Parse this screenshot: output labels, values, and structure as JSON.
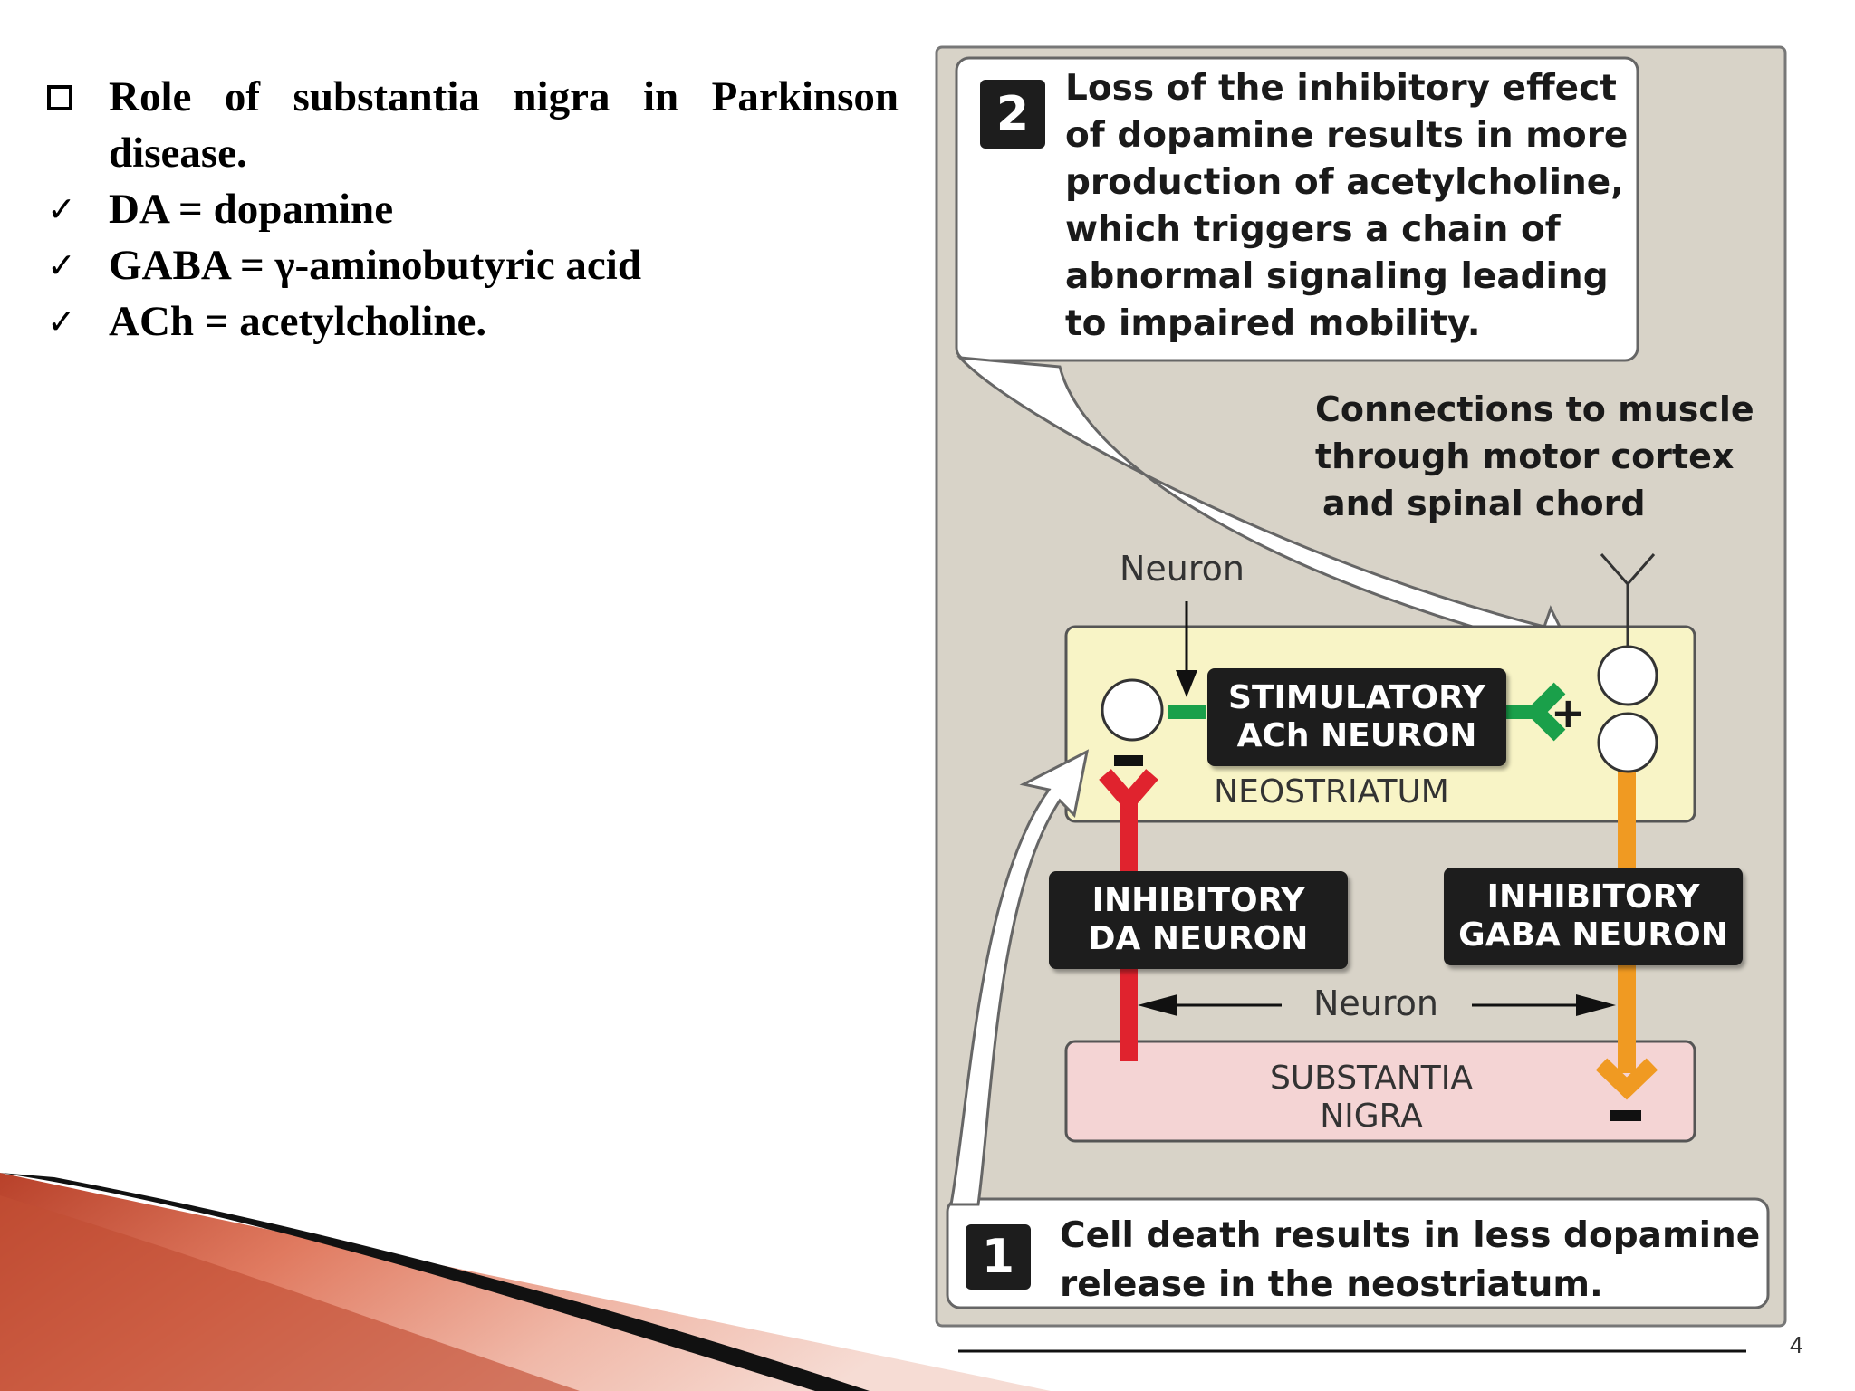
{
  "slide": {
    "title": "Role of substantia nigra in Parkinson disease.",
    "bullets": [
      "DA = dopamine",
      "GABA = γ-aminobutyric acid",
      "ACh = acetylcholine."
    ],
    "page_number": "4"
  },
  "figure": {
    "step2": {
      "number": "2",
      "lines": [
        "Loss of the inhibitory effect",
        "of dopamine results in more",
        "production of acetylcholine,",
        "which triggers a chain of",
        "abnormal signaling leading",
        "to impaired mobility."
      ]
    },
    "connections_lines": [
      "Connections to muscle",
      "through motor cortex",
      "and spinal chord"
    ],
    "neuron_top_label": "Neuron",
    "stimulatory_lines": [
      "STIMULATORY",
      "ACh NEURON"
    ],
    "plus_sign": "+",
    "neostriatum_label": "NEOSTRIATUM",
    "inhibitory_da_lines": [
      "INHIBITORY",
      "DA NEURON"
    ],
    "inhibitory_gaba_lines": [
      "INHIBITORY",
      "GABA NEURON"
    ],
    "neuron_middle_label": "Neuron",
    "substantia_lines": [
      "SUBSTANTIA",
      "NIGRA"
    ],
    "step1": {
      "number": "1",
      "lines": [
        "Cell death results in less dopamine",
        "release in the neostriatum."
      ]
    },
    "colors": {
      "panel_bg": "#d8d3c8",
      "neostriatum_bg": "#f8f4c6",
      "substantia_bg": "#f4d4d4",
      "da_neuron": "#e0232e",
      "gaba_neuron": "#f09a22",
      "ach_synapse": "#1aa04a"
    }
  }
}
